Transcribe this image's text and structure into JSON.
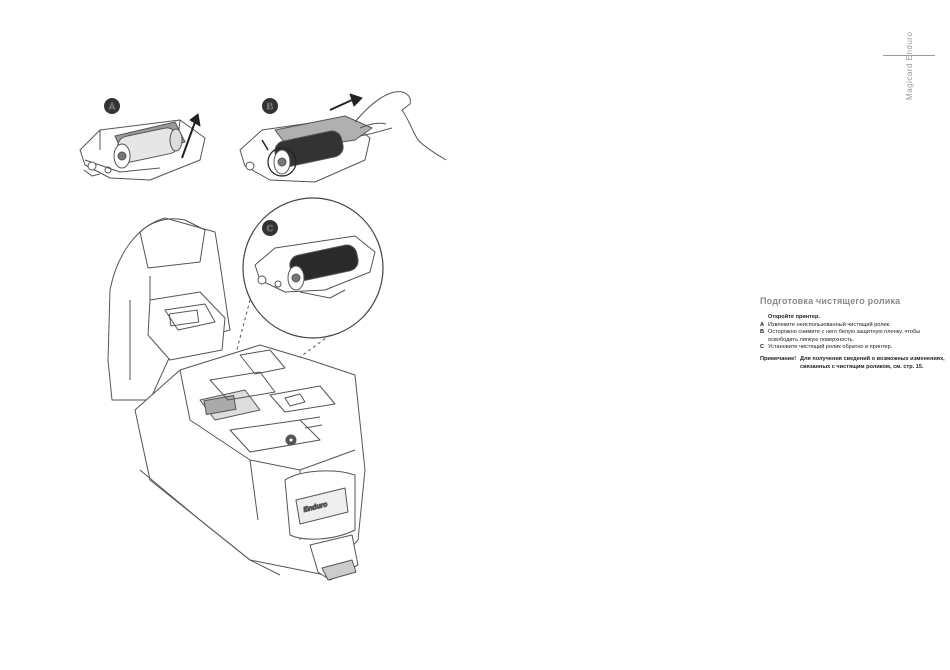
{
  "side_label": "Magicard Enduro",
  "section": {
    "title": "Подготовка чистящего ролика",
    "steps": [
      {
        "letter": "",
        "text": "Откройте принтер."
      },
      {
        "letter": "A",
        "text": "Извлеките неиспользованный чистящий ролик."
      },
      {
        "letter": "B",
        "text": "Осторожно снимите с него белую защитную пленку, чтобы освободить липкую поверхность."
      },
      {
        "letter": "C",
        "text": "Установите чистящий ролик обратно в принтер."
      }
    ],
    "note": {
      "label": "Примечание!",
      "text": "Для получения сведений о возможных изменениях, связанных с чистящим роликом, см. стр. 15."
    }
  },
  "figure": {
    "badges": [
      "A",
      "B",
      "C"
    ],
    "printer_logo": "Enduro"
  }
}
